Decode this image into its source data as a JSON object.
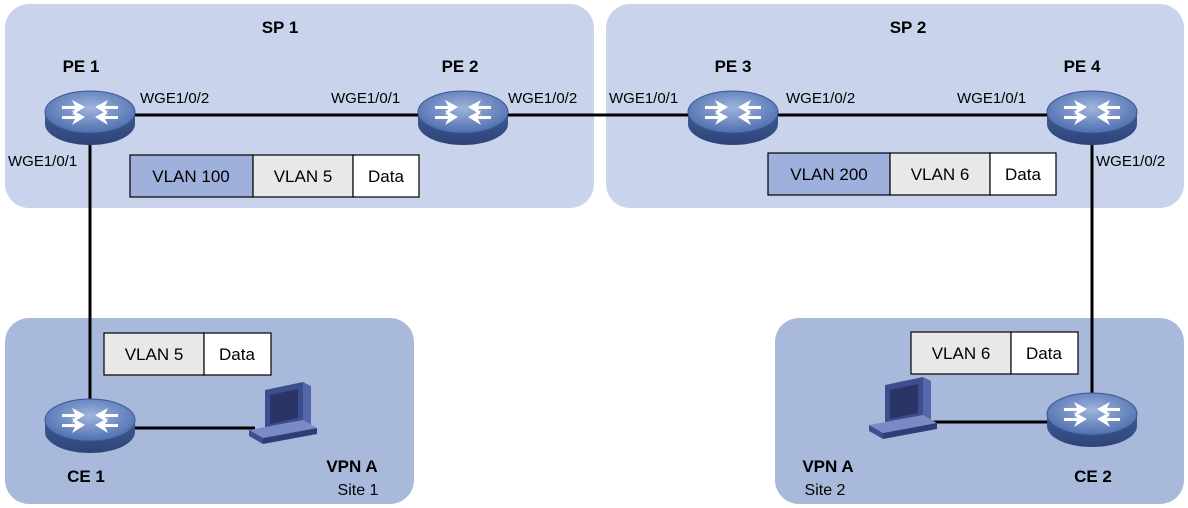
{
  "areas": {
    "sp1": {
      "title": "SP 1"
    },
    "sp2": {
      "title": "SP 2"
    }
  },
  "devices": {
    "pe1": {
      "label": "PE 1"
    },
    "pe2": {
      "label": "PE 2"
    },
    "pe3": {
      "label": "PE 3"
    },
    "pe4": {
      "label": "PE 4"
    },
    "ce1": {
      "label": "CE 1"
    },
    "ce2": {
      "label": "CE 2"
    }
  },
  "interfaces": {
    "pe1_up": "WGE1/0/2",
    "pe1_down": "WGE1/0/1",
    "pe2_left": "WGE1/0/1",
    "pe2_right": "WGE1/0/2",
    "pe3_left": "WGE1/0/1",
    "pe3_right": "WGE1/0/2",
    "pe4_left": "WGE1/0/1",
    "pe4_down": "WGE1/0/2"
  },
  "frames": {
    "sp1": [
      "VLAN 100",
      "VLAN 5",
      "Data"
    ],
    "sp2": [
      "VLAN 200",
      "VLAN 6",
      "Data"
    ],
    "site1": [
      "VLAN 5",
      "Data"
    ],
    "site2": [
      "VLAN 6",
      "Data"
    ]
  },
  "sites": {
    "site1": {
      "vpn": "VPN A",
      "name": "Site 1"
    },
    "site2": {
      "vpn": "VPN A",
      "name": "Site 2"
    }
  },
  "colors": {
    "sp_area": "#c9d4ec",
    "site_area": "#a9b9db",
    "outer_tag": "#9fb0dc",
    "inner_tag": "#e8e8e8",
    "data_tag": "#ffffff"
  },
  "icons": {
    "router": "router-icon",
    "host": "pc-icon"
  }
}
